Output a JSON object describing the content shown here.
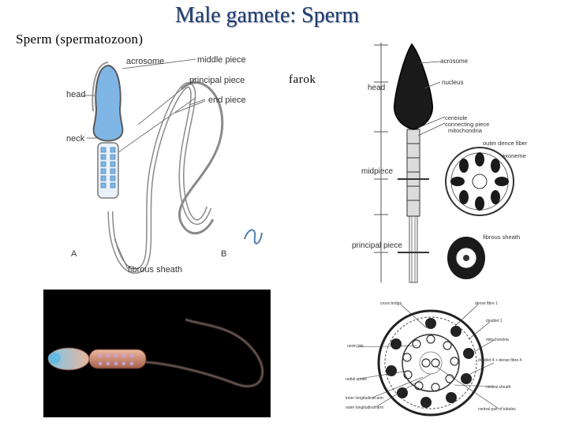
{
  "slide": {
    "title": "Male gamete: Sperm",
    "subtitle": "Sperm (spermatozoon)",
    "tail_label": "farok"
  },
  "diagram_left": {
    "labels": {
      "acrosome": "acrosome",
      "middle_piece": "middle piece",
      "principal_piece": "principal piece",
      "end_piece": "end piece",
      "head": "head",
      "neck": "neck",
      "fibrous_sheath": "fibrous sheath",
      "fig_a": "A",
      "fig_b": "B"
    }
  },
  "diagram_right": {
    "labels": {
      "acrosome": "acrosome",
      "nucleus": "nucleus",
      "head": "head",
      "centriole": "centriole",
      "connecting_piece": "connecting piece",
      "mitochondria": "mitochondria",
      "outer_dense_fiber": "outer dence fiber",
      "axoneme": "axoneme",
      "midpiece": "midpiece",
      "fibrous_sheath": "fibrous sheath",
      "principal_piece": "principal piece"
    }
  },
  "diagram_cross": {
    "labels": {
      "cross_bridge": "cross bridge",
      "dense_fibre_1": "dense fibre 1",
      "doublet_1": "doublet 1",
      "mitochondria": "mitochondria",
      "nexin_link": "nexin link",
      "doublet_dense_fibre": "doublet 4 + dense fibre 4",
      "radial_spoke": "radial spoke",
      "central_sheath": "central sheath",
      "inner_longitudinal_arm": "inner longitudinal arm",
      "outer_longitudinal_arm": "outer longitudinal arm",
      "central_pair": "central pair of tubules"
    }
  },
  "colors": {
    "title": "#1f3a6e",
    "head_fill": "#7fb6e6",
    "sperm_outline": "#5a5a5a",
    "dark_fill": "#1a1a1a",
    "photo_bg": "#000000"
  }
}
